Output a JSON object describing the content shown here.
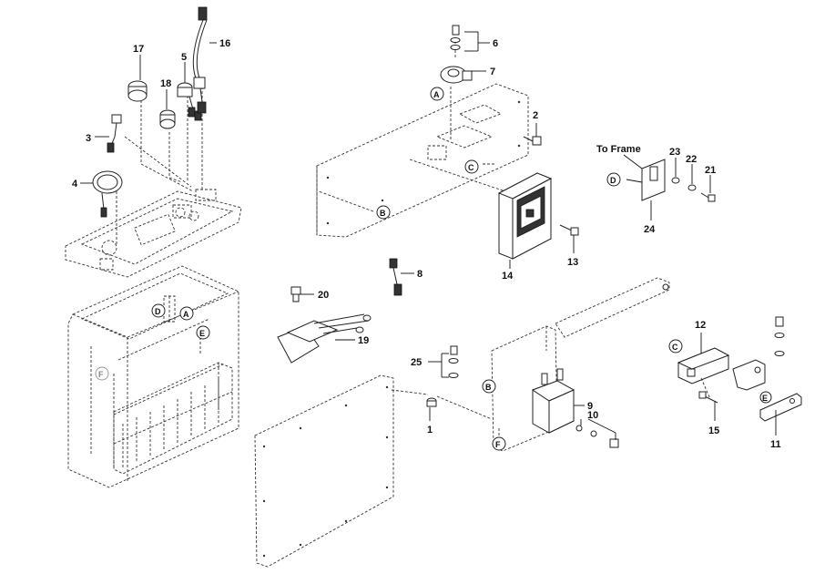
{
  "callouts": {
    "n1": "1",
    "n2": "2",
    "n3": "3",
    "n4": "4",
    "n5": "5",
    "n6": "6",
    "n7": "7",
    "n8": "8",
    "n9": "9",
    "n10": "10",
    "n11": "11",
    "n12": "12",
    "n13": "13",
    "n14": "14",
    "n15": "15",
    "n16": "16",
    "n17": "17",
    "n18": "18",
    "n19": "19",
    "n20": "20",
    "n21": "21",
    "n22": "22",
    "n23": "23",
    "n24": "24",
    "n25": "25"
  },
  "letters": {
    "A": "A",
    "B": "B",
    "C": "C",
    "D": "D",
    "E": "E",
    "F": "F"
  },
  "labels": {
    "to_frame": "To Frame"
  }
}
